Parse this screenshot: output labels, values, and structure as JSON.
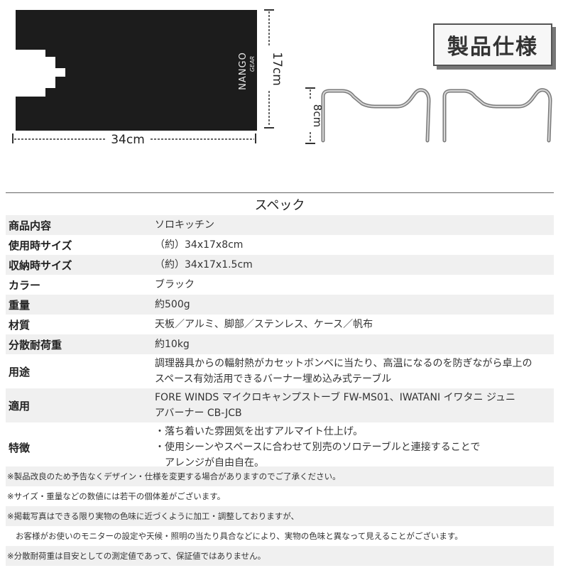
{
  "hero": {
    "brand_line1": "NANGO",
    "brand_line2": "GEAR",
    "dim_width": "34cm",
    "dim_depth": "17cm",
    "dim_height": "8cm"
  },
  "badge": {
    "label": "製品仕様"
  },
  "spec": {
    "title": "スペック",
    "rows": [
      {
        "key": "商品内容",
        "value": [
          "ソロキッチン"
        ]
      },
      {
        "key": "使用時サイズ",
        "value": [
          "（約）34x17x8cm"
        ]
      },
      {
        "key": "収納時サイズ",
        "value": [
          "（約）34x17x1.5cm"
        ]
      },
      {
        "key": "カラー",
        "value": [
          "ブラック"
        ]
      },
      {
        "key": "重量",
        "value": [
          "約500g"
        ]
      },
      {
        "key": "材質",
        "value": [
          "天板／アルミ、脚部／ステンレス、ケース／帆布"
        ]
      },
      {
        "key": "分散耐荷重",
        "value": [
          "約10kg"
        ]
      },
      {
        "key": "用途",
        "value": [
          "調理器具からの輻射熱がカセットボンベに当たり、高温になるのを防ぎながら卓上の",
          "スペース有効活用できるバーナー埋め込み式テーブル"
        ]
      },
      {
        "key": "適用",
        "value": [
          "FORE WINDS マイクロキャンプストーブ FW-MS01、IWATANI イワタニ ジュニ",
          "アバーナー CB-JCB"
        ]
      },
      {
        "key": "特徴",
        "value": [
          "・落ち着いた雰囲気を出すアルマイト仕上げ。",
          "・使用シーンやスペースに合わせて別売のソロテーブルと連接することで",
          "アレンジが自由自在。"
        ]
      }
    ]
  },
  "notes": [
    "※製品改良のため予告なくデザイン・仕様を変更する場合がありますのでご了承ください。",
    "※サイズ・重量などの数値には若干の個体差がございます。",
    "※掲載写真はできる限り実物の色味に近づくように加工・調整しておりますが、",
    "お客様がお使いのモニターの設定や天候・照明の当たり具合などにより、実物の色味と異なって見えることがございます。",
    "※分散耐荷重は目安としての測定値であって、保証値ではありません。"
  ]
}
